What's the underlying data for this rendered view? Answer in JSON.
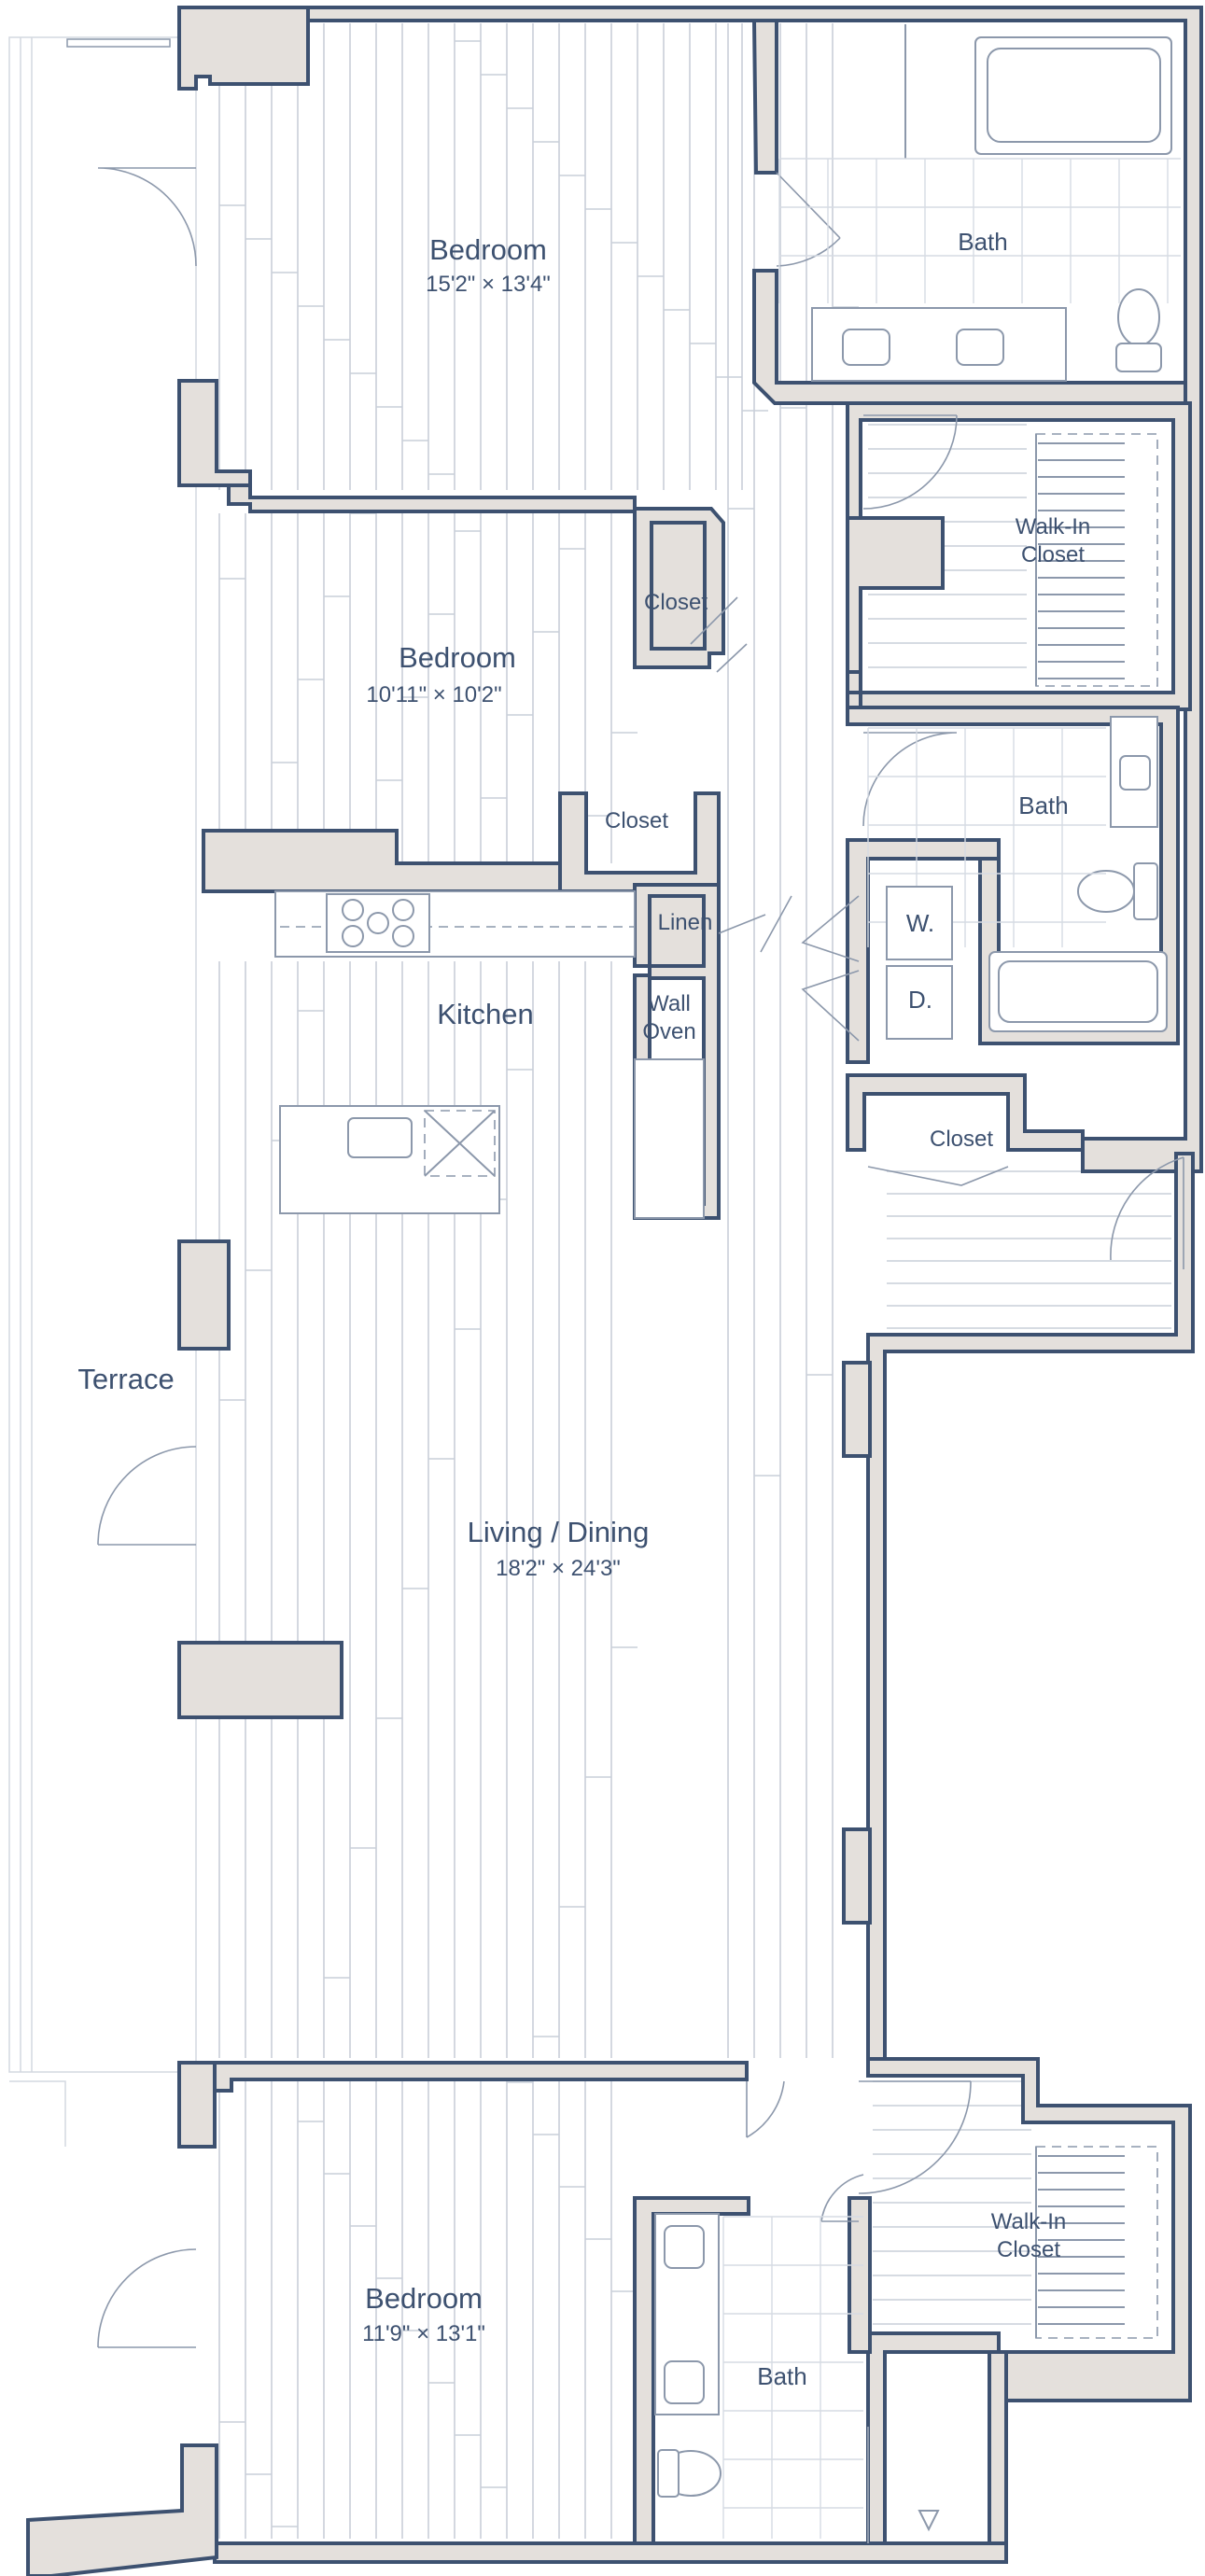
{
  "rooms": {
    "bedroom1": {
      "name": "Bedroom",
      "size": "15'2\" × 13'4\""
    },
    "bedroom2": {
      "name": "Bedroom",
      "size": "10'11\" × 10'2\""
    },
    "bedroom3": {
      "name": "Bedroom",
      "size": "11'9\" × 13'1\""
    },
    "living": {
      "name": "Living / Dining",
      "size": "18'2\" × 24'3\""
    },
    "kitchen": {
      "name": "Kitchen"
    },
    "terrace": {
      "name": "Terrace"
    },
    "bath1": {
      "name": "Bath"
    },
    "bath2": {
      "name": "Bath"
    },
    "bath3": {
      "name": "Bath"
    },
    "walkin1": {
      "line1": "Walk-In",
      "line2": "Closet"
    },
    "walkin2": {
      "line1": "Walk-In",
      "line2": "Closet"
    },
    "closet1": {
      "name": "Closet"
    },
    "closet2": {
      "name": "Closet"
    },
    "closet3": {
      "name": "Closet"
    },
    "linen": {
      "name": "Linen"
    },
    "wall_oven": {
      "line1": "Wall",
      "line2": "Oven"
    },
    "washer": {
      "name": "W."
    },
    "dryer": {
      "name": "D."
    }
  },
  "colors": {
    "wall_outline": "#3d5170",
    "wall_fill": "#e4e0dc",
    "floor_lines": "#c9cfd9",
    "fixtures": "#8c98ab",
    "text": "#3d5170"
  }
}
